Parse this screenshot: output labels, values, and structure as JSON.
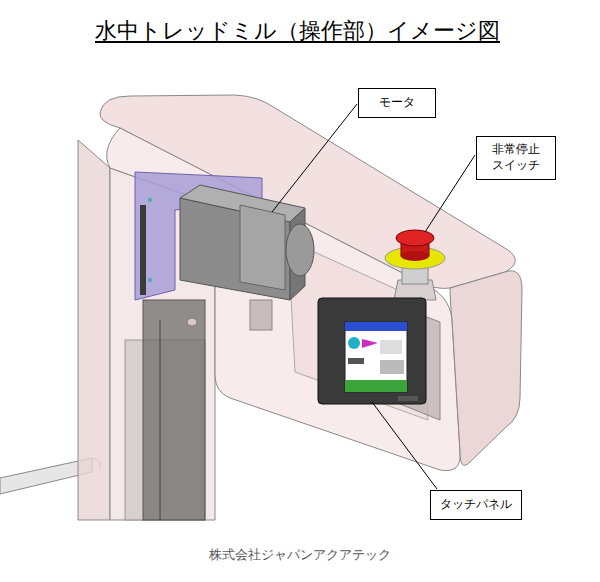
{
  "diagram": {
    "title": "水中トレッドミル（操作部）イメージ図",
    "caption": "株式会社ジャパンアクアテック",
    "nodes": [
      {
        "text": [
          "モータ"
        ]
      },
      {
        "text": [
          "非常停止 スイッチ"
        ]
      },
      {
        "text": [
          "タッチパネル"
        ]
      }
    ]
  }
}
